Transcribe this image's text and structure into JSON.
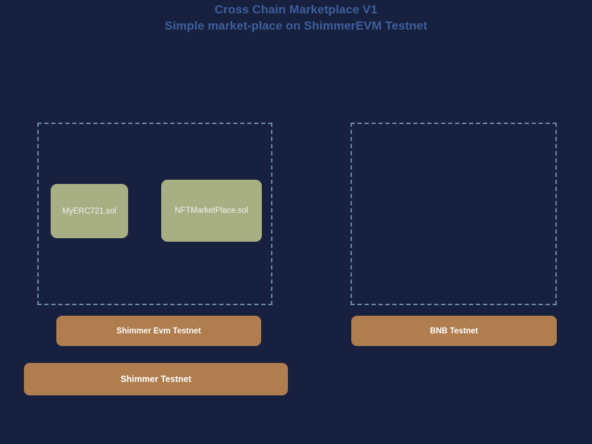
{
  "page": {
    "background_color": "#18203f"
  },
  "header": {
    "title": "Cross Chain Marketplace V1",
    "subtitle": "Simple market-place on ShimmerEVM Testnet",
    "title_color": "#3d5f9b"
  },
  "diagram": {
    "groups": [
      {
        "id": "shimmer-evm",
        "border_color": "#6b87ad",
        "border_style": "dashed",
        "nodes": [
          {
            "id": "myerc721",
            "label": "MyERC721.sol",
            "fill_color": "#a7af83",
            "text_color": "#f2f2ee"
          },
          {
            "id": "nftmarketplace",
            "label": "NFTMarketPlace.sol",
            "fill_color": "#a7af83",
            "text_color": "#f2f2ee"
          }
        ]
      },
      {
        "id": "bnb",
        "border_color": "#6b87ad",
        "border_style": "dashed",
        "nodes": []
      }
    ],
    "networks": [
      {
        "id": "shimmer-evm-testnet",
        "label": "Shimmer Evm Testnet",
        "fill_color": "#af7d4e",
        "text_color": "#ffffff"
      },
      {
        "id": "bnb-testnet",
        "label": "BNB Testnet",
        "fill_color": "#af7d4e",
        "text_color": "#ffffff"
      },
      {
        "id": "shimmer-testnet",
        "label": "Shimmer Testnet",
        "fill_color": "#af7d4e",
        "text_color": "#ffffff"
      }
    ]
  }
}
